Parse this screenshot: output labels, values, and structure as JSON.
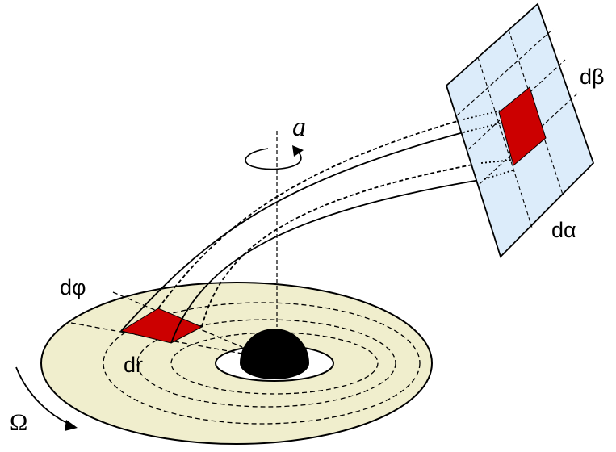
{
  "labels": {
    "spin": "a",
    "d_beta": "dβ",
    "d_alpha": "dα",
    "d_phi": "dφ",
    "d_r": "dr",
    "omega": "Ω"
  },
  "colors": {
    "disk_fill": "#f0eecd",
    "screen_fill": "#dcecfa",
    "patch_red": "#cc0000",
    "black_hole": "#000000",
    "line": "#000000"
  }
}
